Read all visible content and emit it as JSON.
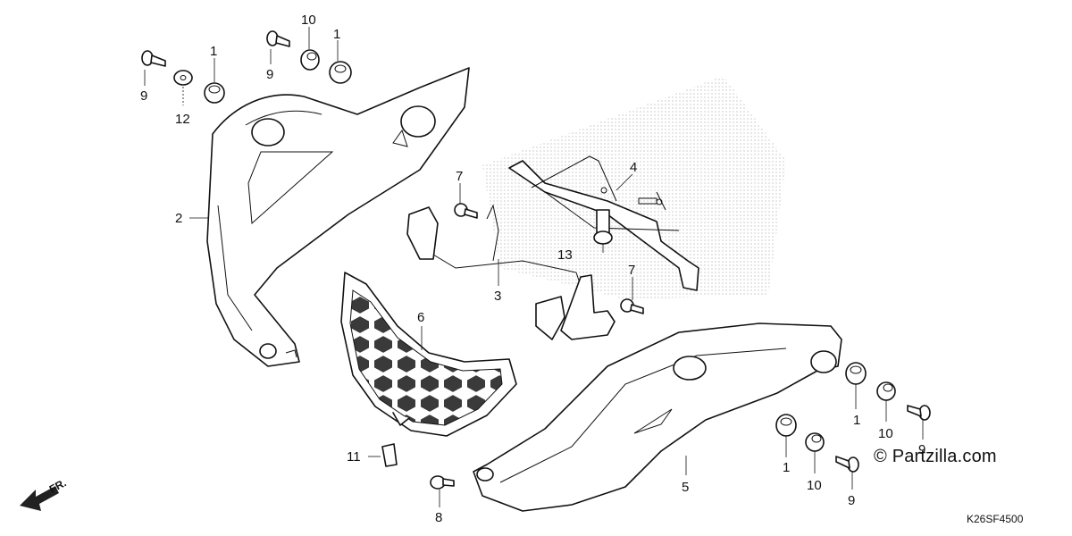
{
  "diagram": {
    "callouts": [
      {
        "id": "c1a",
        "text": "1"
      },
      {
        "id": "c1b",
        "text": "1"
      },
      {
        "id": "c1c",
        "text": "1"
      },
      {
        "id": "c1d",
        "text": "1"
      },
      {
        "id": "c2",
        "text": "2"
      },
      {
        "id": "c3",
        "text": "3"
      },
      {
        "id": "c4",
        "text": "4"
      },
      {
        "id": "c5",
        "text": "5"
      },
      {
        "id": "c6",
        "text": "6"
      },
      {
        "id": "c7a",
        "text": "7"
      },
      {
        "id": "c7b",
        "text": "7"
      },
      {
        "id": "c8",
        "text": "8"
      },
      {
        "id": "c9a",
        "text": "9"
      },
      {
        "id": "c9b",
        "text": "9"
      },
      {
        "id": "c9c",
        "text": "9"
      },
      {
        "id": "c9d",
        "text": "9"
      },
      {
        "id": "c10a",
        "text": "10"
      },
      {
        "id": "c10b",
        "text": "10"
      },
      {
        "id": "c10c",
        "text": "10"
      },
      {
        "id": "c11",
        "text": "11"
      },
      {
        "id": "c12",
        "text": "12"
      },
      {
        "id": "c13",
        "text": "13"
      }
    ],
    "front_arrow_label": "FR.",
    "watermark": "© Partzilla.com",
    "part_code": "K26SF4500"
  }
}
